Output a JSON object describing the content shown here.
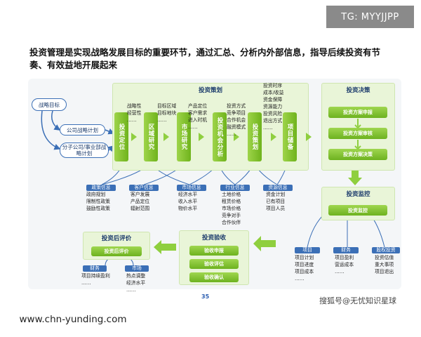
{
  "watermarks": {
    "tg": "TG: MYYJJPP",
    "site": "www.chn-yunding.com",
    "sohu": "搜狐号@无忧知识星球"
  },
  "intro": "投资管理是实现战略发展目标的重要环节，通过汇总、分析内外部信息，指导后续投资有节奏、有效益地开展起来",
  "page_number": "35",
  "strategy": {
    "title": "战略目标",
    "company_plan": "公司战略计划",
    "sub_plan": "分子公司/事业部战略计划"
  },
  "planning": {
    "title": "投资策划",
    "steps": [
      "投资定位",
      "区域研究",
      "市场研究",
      "投资机会分析",
      "投资策划",
      "项目储备"
    ],
    "notes": [
      "战略性\n经营性\n……",
      "目标区域\n目标地块\n……",
      "产品定位\n客户需求\n进入时机\n……",
      "投资方式\n竞争项目\n合作机会\n融资模式\n……",
      "投资时序\n成本/收益\n资金保障\n资源能力\n投资风险\n退出方式\n……"
    ]
  },
  "info": [
    {
      "title": "政策信息",
      "items": "政府规划\n限制性政策\n鼓励性政策"
    },
    {
      "title": "客户信息",
      "items": "客户发展\n产品定位\n辐射范围"
    },
    {
      "title": "市场信息",
      "items": "经济水平\n收入水平\n物价水平"
    },
    {
      "title": "行业信息",
      "items": "土地价格\n租赁价格\n市场价格\n竞争对手\n合作伙伴"
    },
    {
      "title": "资源信息",
      "items": "资金计划\n已有项目\n项目人员"
    }
  ],
  "decision": {
    "title": "投资决策",
    "buttons": [
      "投资方案申报",
      "投资方案审核",
      "投资方案决策"
    ]
  },
  "monitor": {
    "title": "投资监控",
    "button": "投资监控",
    "groups": [
      {
        "title": "项目",
        "items": "项目计划\n项目进度\n项目成本\n……"
      },
      {
        "title": "财务",
        "items": "项目盈利\n营运成本\n……"
      },
      {
        "title": "股权投资",
        "items": "投资估值\n重大事项\n项目退出"
      }
    ]
  },
  "acceptance": {
    "title": "投资验收",
    "buttons": [
      "验收申报",
      "验收评估",
      "验收确认"
    ]
  },
  "review": {
    "title": "投资后评价",
    "button": "投资后评价",
    "groups": [
      {
        "title": "财务",
        "items": "项目持续盈利\n……"
      },
      {
        "title": "市场",
        "items": "热点调整\n经济水平\n……"
      }
    ]
  }
}
